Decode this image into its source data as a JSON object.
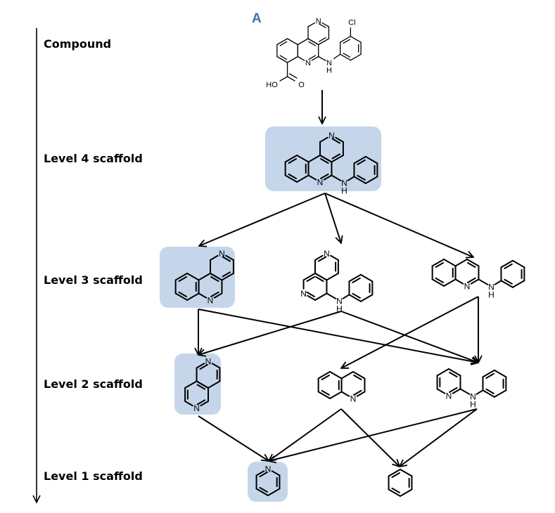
{
  "figure": {
    "panel_label": "A",
    "highlight_color": "#c5d6ea",
    "accent_color": "#3a72b0",
    "axis_direction": "down",
    "levels": [
      {
        "id": "compound",
        "label": "Compound"
      },
      {
        "id": "level4",
        "label": "Level 4 scaffold"
      },
      {
        "id": "level3",
        "label": "Level 3 scaffold"
      },
      {
        "id": "level2",
        "label": "Level 2 scaffold"
      },
      {
        "id": "level1",
        "label": "Level 1 scaffold"
      }
    ],
    "atom_labels": {
      "N": "N",
      "NH_N": "N",
      "NH_H": "H",
      "Cl": "Cl",
      "HO": "HO",
      "O": "O"
    },
    "nodes": [
      {
        "id": "compound",
        "level": "compound",
        "name": "5-(3-chloroanilino)benzo[c][2,6]naphthyridine-7-carboxylic acid",
        "highlighted": false
      },
      {
        "id": "L4",
        "level": "level4",
        "name": "N-phenylbenzo[c][2,6]naphthyridin-5-amine",
        "highlighted": true
      },
      {
        "id": "L3a",
        "level": "level3",
        "name": "benzo[c][2,6]naphthyridine",
        "highlighted": true
      },
      {
        "id": "L3b",
        "level": "level3",
        "name": "N-phenyl-2,6-naphthyridin-1-amine",
        "highlighted": false
      },
      {
        "id": "L3c",
        "level": "level3",
        "name": "N-phenylquinolin-2-amine",
        "highlighted": false
      },
      {
        "id": "L2a",
        "level": "level2",
        "name": "2,6-naphthyridine",
        "highlighted": true
      },
      {
        "id": "L2b",
        "level": "level2",
        "name": "quinoline",
        "highlighted": false
      },
      {
        "id": "L2c",
        "level": "level2",
        "name": "N-phenylpyridin-2-amine",
        "highlighted": false
      },
      {
        "id": "L1a",
        "level": "level1",
        "name": "pyridine",
        "highlighted": true
      },
      {
        "id": "L1b",
        "level": "level1",
        "name": "benzene",
        "highlighted": false
      }
    ],
    "edges": [
      [
        "compound",
        "L4"
      ],
      [
        "L4",
        "L3a"
      ],
      [
        "L4",
        "L3b"
      ],
      [
        "L4",
        "L3c"
      ],
      [
        "L3a",
        "L2a"
      ],
      [
        "L3a",
        "L2c"
      ],
      [
        "L3b",
        "L2a"
      ],
      [
        "L3b",
        "L2c"
      ],
      [
        "L3c",
        "L2b"
      ],
      [
        "L3c",
        "L2c"
      ],
      [
        "L2a",
        "L1a"
      ],
      [
        "L2b",
        "L1a"
      ],
      [
        "L2b",
        "L1b"
      ],
      [
        "L2c",
        "L1a"
      ],
      [
        "L2c",
        "L1b"
      ]
    ]
  }
}
